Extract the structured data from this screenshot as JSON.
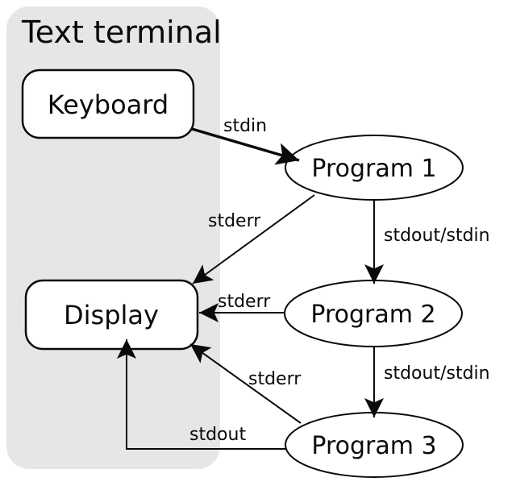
{
  "diagram": {
    "title": "Text terminal",
    "container": {
      "label": "Text terminal",
      "fill": "#e6e6e6"
    },
    "nodes": {
      "keyboard": {
        "label": "Keyboard",
        "shape": "rounded-rect"
      },
      "display": {
        "label": "Display",
        "shape": "rounded-rect"
      },
      "program1": {
        "label": "Program 1",
        "shape": "ellipse"
      },
      "program2": {
        "label": "Program 2",
        "shape": "ellipse"
      },
      "program3": {
        "label": "Program 3",
        "shape": "ellipse"
      }
    },
    "edges": [
      {
        "from": "keyboard",
        "to": "program1",
        "label": "stdin"
      },
      {
        "from": "program1",
        "to": "display",
        "label": "stderr"
      },
      {
        "from": "program1",
        "to": "program2",
        "label": "stdout/stdin"
      },
      {
        "from": "program2",
        "to": "display",
        "label": "stderr"
      },
      {
        "from": "program2",
        "to": "program3",
        "label": "stdout/stdin"
      },
      {
        "from": "program3",
        "to": "display",
        "label": "stderr"
      },
      {
        "from": "program3",
        "to": "display",
        "label": "stdout"
      }
    ],
    "colors": {
      "stroke": "#0a0a0a",
      "node_fill": "#ffffff",
      "container_fill": "#e6e6e6"
    }
  }
}
